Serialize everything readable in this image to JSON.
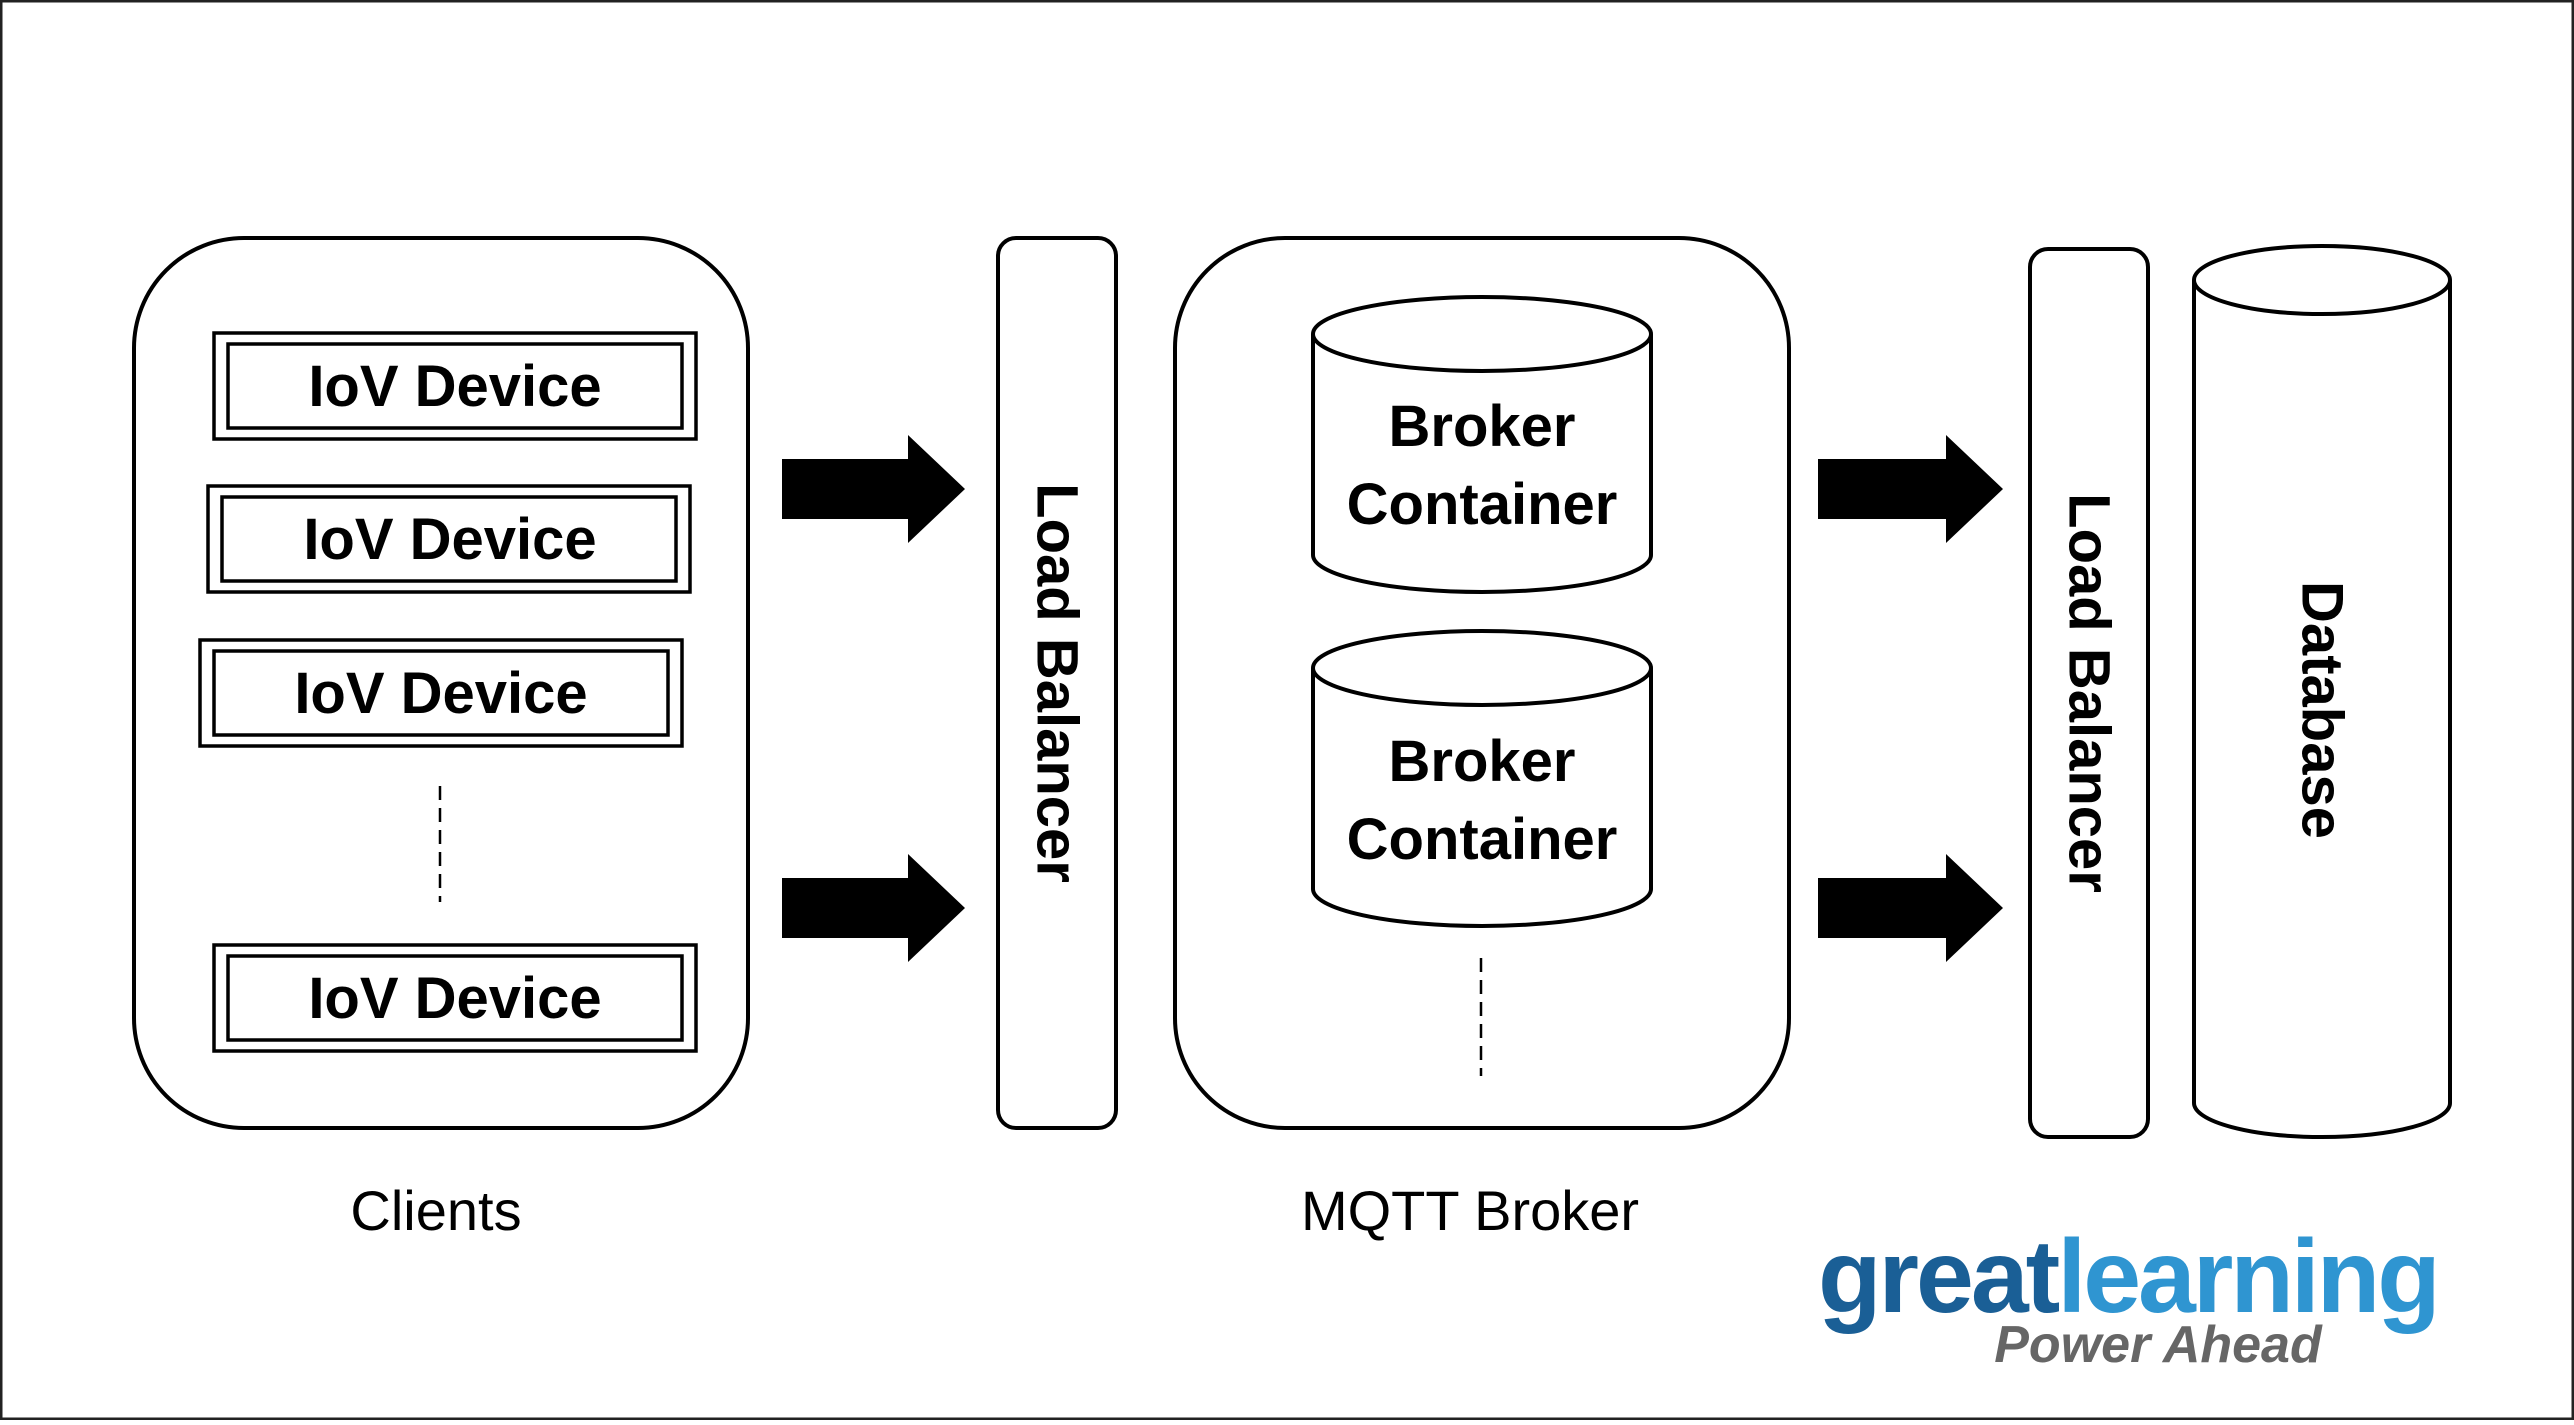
{
  "diagram": {
    "device_label": "IoV Device",
    "clients_label": "Clients",
    "load_balancer_label": "Load Balancer",
    "broker_container_line1": "Broker",
    "broker_container_line2": "Container",
    "mqtt_broker_label": "MQTT Broker",
    "database_label": "Database"
  },
  "logo": {
    "word_great": "great",
    "word_learning": "learning",
    "tagline": "Power Ahead",
    "color_great": "#1a5f96",
    "color_learning": "#2f95d1",
    "color_tagline": "#666666"
  }
}
